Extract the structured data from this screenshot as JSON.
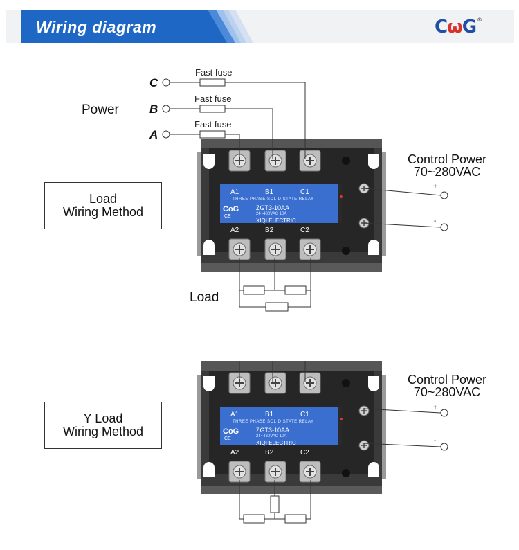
{
  "header": {
    "title": "Wiring diagram",
    "brand_text": "CoG",
    "colors": {
      "banner": "#1f67c5",
      "banner_dark": "#1753a6",
      "brand_blue": "#1f4fa3",
      "brand_red": "#d8322b"
    }
  },
  "diagram1": {
    "power_label": "Power",
    "phases": [
      "C",
      "B",
      "A"
    ],
    "fuse_label": "Fast fuse",
    "method_label_line1": "Load",
    "method_label_line2": "Wiring Method",
    "control_power_line1": "Control Power",
    "control_power_line2": "70~280VAC",
    "plus": "+",
    "minus": "-",
    "load_label": "Load"
  },
  "diagram2": {
    "method_label_line1": "Y Load",
    "method_label_line2": "Wiring Method",
    "control_power_line1": "Control Power",
    "control_power_line2": "70~280VAC",
    "plus": "+",
    "minus": "-"
  },
  "relay": {
    "top_terminals": [
      "A1",
      "B1",
      "C1"
    ],
    "bottom_terminals": [
      "A2",
      "B2",
      "C2"
    ],
    "title": "THREE PHASE SOLID STATE RELAY",
    "brand": "CoG",
    "ce": "CE",
    "model": "ZGT3-10AA",
    "rating": "24~480VAC 10A",
    "maker": "XIQI  ELECTRIC",
    "label_color": "#3a6fd0"
  }
}
